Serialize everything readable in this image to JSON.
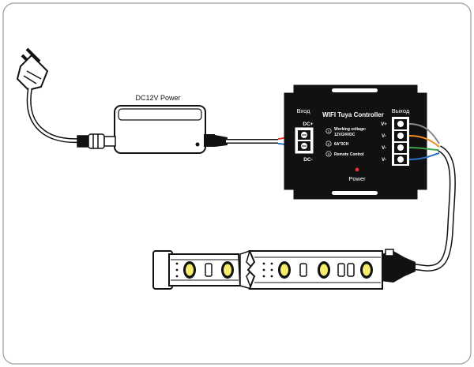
{
  "power_supply": {
    "label": "DC12V Power"
  },
  "controller": {
    "title": "WIFI Tuya Controller",
    "input_label": "Вход",
    "output_label": "Выход",
    "dc_plus": "DC+",
    "dc_minus": "DC-",
    "out_pins": [
      "V+",
      "V-",
      "V-",
      "V-"
    ],
    "specs": [
      {
        "num": "1",
        "text_lines": [
          "Working voltage:",
          "12V/24VDC"
        ]
      },
      {
        "num": "2",
        "text_lines": [
          "6A*3CH"
        ]
      },
      {
        "num": "3",
        "text_lines": [
          "Remote Control"
        ]
      }
    ],
    "power_label": "Power"
  },
  "colors": {
    "ink": "#111111",
    "frame": "#9a9a9a",
    "wire_red": "#e23b2b",
    "wire_blue": "#2d6fc4",
    "wire_orange": "#f08a1c",
    "wire_green": "#3ea54a",
    "wire_gray": "#8a8a8a",
    "led_yellow": "#f4ec6a",
    "power_led": "#e53030"
  }
}
